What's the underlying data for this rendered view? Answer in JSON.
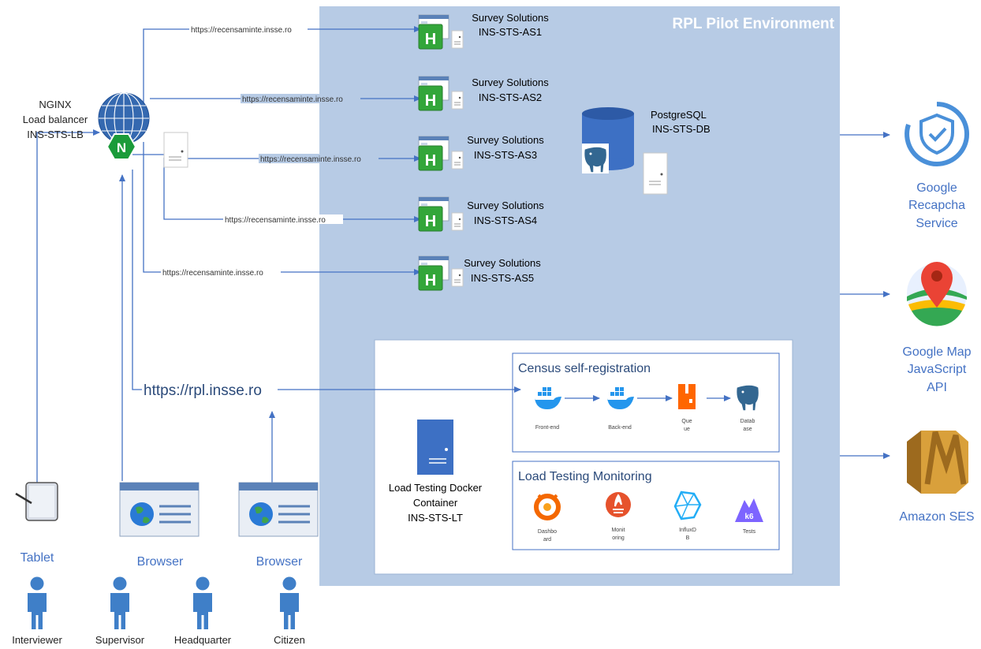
{
  "environment": {
    "title": "RPL Pilot Environment"
  },
  "load_balancer": {
    "line1": "NGINX",
    "line2": "Load balancer",
    "line3": "INS-STS-LB"
  },
  "servers": [
    {
      "line1": "Survey Solutions",
      "line2": "INS-STS-AS1",
      "link": "https://recensaminte.insse.ro"
    },
    {
      "line1": "Survey Solutions",
      "line2": "INS-STS-AS2",
      "link": "https://recensaminte.insse.ro"
    },
    {
      "line1": "Survey Solutions",
      "line2": "INS-STS-AS3",
      "link": "https://recensaminte.insse.ro"
    },
    {
      "line1": "Survey Solutions",
      "line2": "INS-STS-AS4",
      "link": "https://recensaminte.insse.ro"
    },
    {
      "line1": "Survey Solutions",
      "line2": "INS-STS-AS5",
      "link": "https://recensaminte.insse.ro"
    }
  ],
  "database": {
    "line1": "PostgreSQL",
    "line2": "INS-STS-DB"
  },
  "public_link": "https://rpl.insse.ro",
  "load_testing": {
    "line1": "Load Testing Docker",
    "line2": "Container",
    "line3": "INS-STS-LT"
  },
  "census": {
    "title": "Census self-registration",
    "items": [
      {
        "l1": "Front-end",
        "l2": "",
        "icon": "docker-icon"
      },
      {
        "l1": "Back-end",
        "l2": "",
        "icon": "docker-icon"
      },
      {
        "l1": "Que",
        "l2": "ue",
        "icon": "queue-icon"
      },
      {
        "l1": "Datab",
        "l2": "ase",
        "icon": "postgres-icon"
      }
    ]
  },
  "monitoring": {
    "title": "Load Testing Monitoring",
    "items": [
      {
        "l1": "Dashbo",
        "l2": "ard",
        "icon": "grafana-icon"
      },
      {
        "l1": "Monit",
        "l2": "oring",
        "icon": "prometheus-icon"
      },
      {
        "l1": "InfluxD",
        "l2": "B",
        "icon": "influxdb-icon"
      },
      {
        "l1": "Tests",
        "l2": "",
        "icon": "k6-icon",
        "badge": "k6"
      }
    ]
  },
  "services": {
    "recaptcha": {
      "l1": "Google",
      "l2": "Recapcha",
      "l3": "Service"
    },
    "maps": {
      "l1": "Google Map",
      "l2": "JavaScript",
      "l3": "API"
    },
    "ses": {
      "l1": "Amazon SES"
    }
  },
  "devices": {
    "tablet": "Tablet",
    "browser1": "Browser",
    "browser2": "Browser"
  },
  "users": [
    "Interviewer",
    "Supervisor",
    "Headquarter",
    "Citizen"
  ],
  "colors": {
    "env_bg": "#b7cbe5",
    "line": "#4472c4",
    "label_blue": "#4472c4",
    "person": "#3f7fc8"
  }
}
